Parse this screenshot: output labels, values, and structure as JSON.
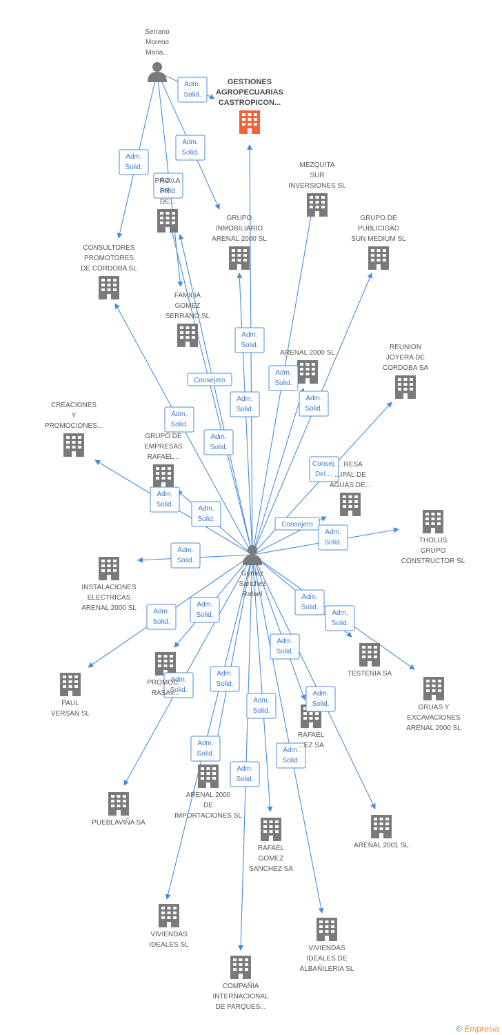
{
  "colors": {
    "edge": "#4a8bd8",
    "node": "#7a7a7a",
    "focus_node": "#f0643c",
    "badge_border": "#4a8bd8",
    "badge_text": "#3a78c9",
    "label_text": "#555555"
  },
  "nodes": [
    {
      "id": "serrano",
      "type": "person",
      "label": "Serrano\nMoreno\nMaria..."
    },
    {
      "id": "gestiones",
      "type": "company",
      "focus": true,
      "label": "GESTIONES\nAGROPECUARIAS\nCASTROPICON..."
    },
    {
      "id": "mezquita",
      "type": "company",
      "label": "MEZQUITA\nSUR\nINVERSIONES SL"
    },
    {
      "id": "pro",
      "type": "company",
      "label": "PRO...A\nPR...\nDE..."
    },
    {
      "id": "grupo_inmob",
      "type": "company",
      "label": "GRUPO\nINMOBILIARIO\nARENAL 2000 SL"
    },
    {
      "id": "grupo_publi",
      "type": "company",
      "label": "GRUPO DE\nPUBLICIDAD\nSUN MEDIUM SL"
    },
    {
      "id": "consultores",
      "type": "company",
      "label": "CONSULTORES\nPROMOTORES\nDE CORDOBA SL"
    },
    {
      "id": "familia",
      "type": "company",
      "label": "FAMILIA\nGOMEZ\nSERRANO SL"
    },
    {
      "id": "arenal2000",
      "type": "company",
      "label": "ARENAL 2000 SL"
    },
    {
      "id": "reunion",
      "type": "company",
      "label": "REUNION\nJOYERA DE\nCORDOBA SA"
    },
    {
      "id": "creaciones",
      "type": "company",
      "label": "CREACIONES\nY\nPROMOCIONES..."
    },
    {
      "id": "grupo_emp",
      "type": "company",
      "label": "GRUPO DE\nEMPRESAS\nRAFAEL..."
    },
    {
      "id": "empresa_aguas",
      "type": "company",
      "label": "...RESA\n...IPAL DE\nAGUAS DE..."
    },
    {
      "id": "tholus",
      "type": "company",
      "label": "THOLUS\nGRUPO\nCONSTRUCTOR SL"
    },
    {
      "id": "gomez",
      "type": "person",
      "label": "Gomez\nSanchez\nRafael"
    },
    {
      "id": "instalaciones",
      "type": "company",
      "label": "INSTALACIONES\nELECTRICAS\nARENAL 2000 SL"
    },
    {
      "id": "testenia",
      "type": "company",
      "label": "TESTENIA SA"
    },
    {
      "id": "paul",
      "type": "company",
      "label": "PAUL\nVERSAN SL"
    },
    {
      "id": "promoc_rasa",
      "type": "company",
      "label": "PROMOC...\nRASAV..."
    },
    {
      "id": "gruas",
      "type": "company",
      "label": "GRUAS Y\nEXCAVACIONES\nARENAL 2000 SL"
    },
    {
      "id": "rafael_ez",
      "type": "company",
      "label": "RAFAEL\n...EZ SA"
    },
    {
      "id": "arenal_import",
      "type": "company",
      "label": "ARENAL 2000\nDE\nIMPORTACIONES SL"
    },
    {
      "id": "pueblavina",
      "type": "company",
      "label": "PUEBLAVIÑA SA"
    },
    {
      "id": "arenal2001",
      "type": "company",
      "label": "ARENAL 2001 SL"
    },
    {
      "id": "rafael_gomez",
      "type": "company",
      "label": "RAFAEL\nGOMEZ\nSANCHEZ SA"
    },
    {
      "id": "viviendas",
      "type": "company",
      "label": "VIVIENDAS\nIDEALES SL"
    },
    {
      "id": "viviendas_alb",
      "type": "company",
      "label": "VIVIENDAS\nIDEALES DE\nALBAÑILERIA SL"
    },
    {
      "id": "compania",
      "type": "company",
      "label": "COMPAÑIA\nINTERNACIONAL\nDE PARQUES..."
    }
  ],
  "edges": [
    {
      "from": "serrano",
      "to": "gestiones",
      "label": "Adm.\nSolid."
    },
    {
      "from": "serrano",
      "to": "grupo_inmob",
      "label": "Adm.\nSolid."
    },
    {
      "from": "serrano",
      "to": "consultores",
      "label": "Adm.\nSolid."
    },
    {
      "from": "serrano",
      "to": "familia",
      "label": "Adm.\nSolid."
    },
    {
      "from": "gomez",
      "to": "gestiones",
      "label": ""
    },
    {
      "from": "gomez",
      "to": "mezquita",
      "label": "Adm.\nSolid."
    },
    {
      "from": "gomez",
      "to": "grupo_inmob",
      "label": "Adm.\nSolid."
    },
    {
      "from": "gomez",
      "to": "grupo_publi",
      "label": "Adm.\nSolid."
    },
    {
      "from": "gomez",
      "to": "pro",
      "label": "Consejero"
    },
    {
      "from": "gomez",
      "to": "consultores",
      "label": "Adm.\nSolid."
    },
    {
      "from": "gomez",
      "to": "familia",
      "label": "Adm.\nSolid."
    },
    {
      "from": "gomez",
      "to": "arenal2000",
      "label": "Adm.\nSolid."
    },
    {
      "from": "gomez",
      "to": "reunion",
      "label": "Consej.\nDel...."
    },
    {
      "from": "gomez",
      "to": "creaciones",
      "label": "Adm.\nSolid."
    },
    {
      "from": "gomez",
      "to": "grupo_emp",
      "label": "Adm.\nSolid."
    },
    {
      "from": "gomez",
      "to": "empresa_aguas",
      "label": "Consejero"
    },
    {
      "from": "gomez",
      "to": "tholus",
      "label": "Adm.\nSolid."
    },
    {
      "from": "gomez",
      "to": "instalaciones",
      "label": "Adm.\nSolid."
    },
    {
      "from": "gomez",
      "to": "testenia",
      "label": "Adm.\nSolid."
    },
    {
      "from": "gomez",
      "to": "paul",
      "label": "Adm.\nSolid."
    },
    {
      "from": "gomez",
      "to": "promoc_rasa",
      "label": "Adm.\nSolid."
    },
    {
      "from": "gomez",
      "to": "gruas",
      "label": "Adm.\nSolid."
    },
    {
      "from": "gomez",
      "to": "rafael_ez",
      "label": "Adm.\nSolid."
    },
    {
      "from": "gomez",
      "to": "arenal_import",
      "label": "Adm.\nSolid."
    },
    {
      "from": "gomez",
      "to": "pueblavina",
      "label": "Adm.\nSolid."
    },
    {
      "from": "gomez",
      "to": "arenal2001",
      "label": "Adm.\nSolid."
    },
    {
      "from": "gomez",
      "to": "rafael_gomez",
      "label": "Adm.\nSolid."
    },
    {
      "from": "gomez",
      "to": "viviendas",
      "label": "Adm.\nSolid."
    },
    {
      "from": "gomez",
      "to": "viviendas_alb",
      "label": "Adm.\nSolid."
    },
    {
      "from": "gomez",
      "to": "compania",
      "label": "Adm.\nSolid."
    }
  ],
  "footer": {
    "copyright": "©",
    "brand": "Empresia"
  }
}
